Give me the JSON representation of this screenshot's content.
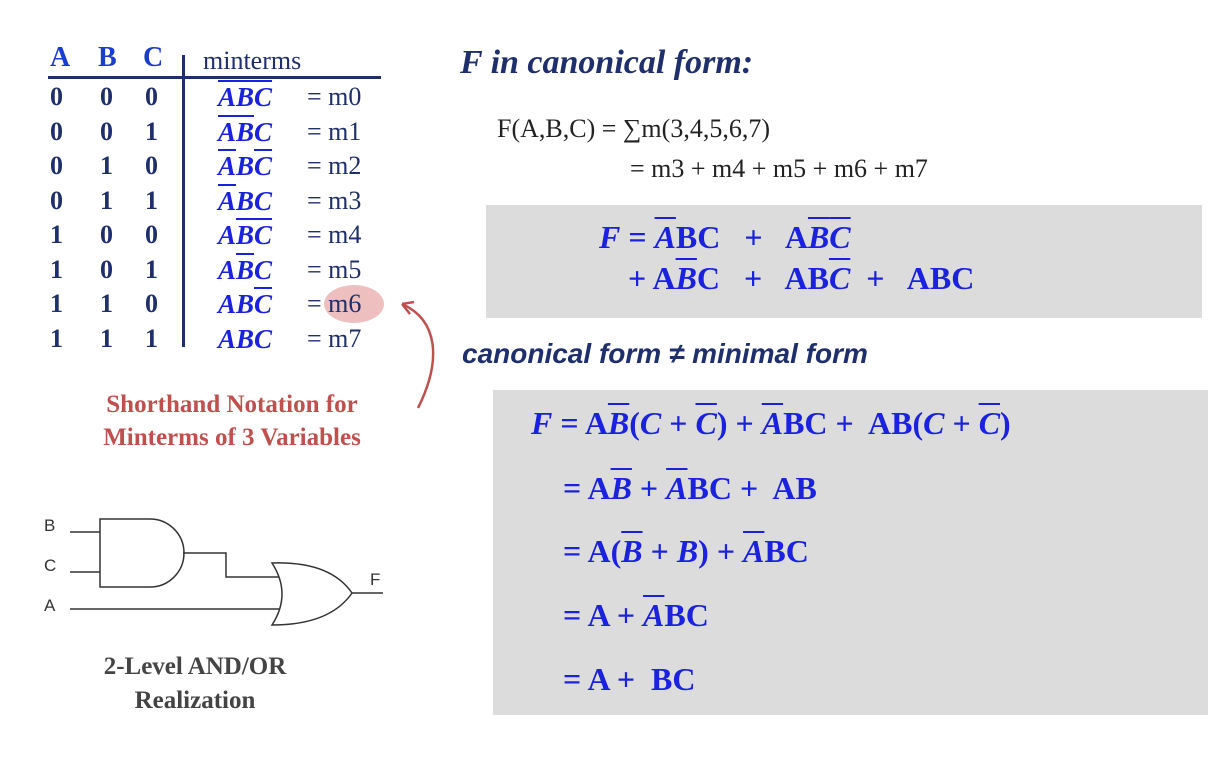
{
  "truth_table": {
    "headers": [
      "A",
      "B",
      "C",
      "minterms"
    ],
    "rows": [
      {
        "a": "0",
        "b": "0",
        "c": "0",
        "expr": [
          {
            "t": "A",
            "bar": true,
            "it": true
          },
          {
            "t": "B",
            "bar": true,
            "it": true
          },
          {
            "t": "C",
            "bar": true,
            "it": true
          }
        ],
        "m": "= m0"
      },
      {
        "a": "0",
        "b": "0",
        "c": "1",
        "expr": [
          {
            "t": "A",
            "bar": true,
            "it": true
          },
          {
            "t": "B",
            "bar": true,
            "it": true
          },
          {
            "t": "C",
            "it": true
          }
        ],
        "m": "= m1"
      },
      {
        "a": "0",
        "b": "1",
        "c": "0",
        "expr": [
          {
            "t": "A",
            "bar": true,
            "it": true
          },
          {
            "t": "B",
            "it": true
          },
          {
            "t": "C",
            "bar": true,
            "it": true
          }
        ],
        "m": "= m2"
      },
      {
        "a": "0",
        "b": "1",
        "c": "1",
        "expr": [
          {
            "t": "A",
            "bar": true,
            "it": true
          },
          {
            "t": "B",
            "it": true
          },
          {
            "t": "C",
            "it": true
          }
        ],
        "m": "= m3"
      },
      {
        "a": "1",
        "b": "0",
        "c": "0",
        "expr": [
          {
            "t": "A",
            "it": true
          },
          {
            "t": "B",
            "bar": true,
            "it": true
          },
          {
            "t": "C",
            "bar": true,
            "it": true
          }
        ],
        "m": "= m4"
      },
      {
        "a": "1",
        "b": "0",
        "c": "1",
        "expr": [
          {
            "t": "A",
            "it": true
          },
          {
            "t": "B",
            "bar": true,
            "it": true
          },
          {
            "t": "C",
            "it": true
          }
        ],
        "m": "= m5"
      },
      {
        "a": "1",
        "b": "1",
        "c": "0",
        "expr": [
          {
            "t": "A",
            "it": true
          },
          {
            "t": "B",
            "it": true
          },
          {
            "t": "C",
            "bar": true,
            "it": true
          }
        ],
        "m": "= m6"
      },
      {
        "a": "1",
        "b": "1",
        "c": "1",
        "expr": [
          {
            "t": "A",
            "it": true
          },
          {
            "t": "B",
            "it": true
          },
          {
            "t": "C",
            "it": true
          }
        ],
        "m": "= m7"
      }
    ],
    "highlighted": "m6"
  },
  "annotation": {
    "line1": "Shorthand Notation for",
    "line2": "Minterms of 3 Variables"
  },
  "circuit": {
    "inputs": [
      "B",
      "C",
      "A"
    ],
    "output": "F",
    "caption1": "2-Level AND/OR",
    "caption2": "Realization"
  },
  "canonical": {
    "title": "F in canonical form:",
    "line1": "F(A,B,C) = ∑m(3,4,5,6,7)",
    "line2": "= m3 + m4 + m5 + m6 + m7",
    "box": [
      [
        {
          "t": "F",
          "it": true
        },
        {
          "t": " = "
        },
        {
          "t": "A",
          "bar": true,
          "it": true
        },
        {
          "t": "BC   +   A"
        },
        {
          "t": "B",
          "bar": true,
          "it": true
        },
        {
          "t": "C",
          "bar": true,
          "it": true
        }
      ],
      [
        {
          "t": "+ A"
        },
        {
          "t": "B",
          "bar": true,
          "it": true
        },
        {
          "t": "C   +   AB"
        },
        {
          "t": "C",
          "bar": true,
          "it": true
        },
        {
          "t": "  +   ABC"
        }
      ]
    ]
  },
  "minimal": {
    "title": "canonical form ≠ minimal form",
    "lines": [
      [
        {
          "t": "F",
          "it": true
        },
        {
          "t": " = A"
        },
        {
          "t": "B",
          "bar": true,
          "it": true
        },
        {
          "t": "("
        },
        {
          "t": "C",
          "it": true
        },
        {
          "t": " + "
        },
        {
          "t": "C",
          "bar": true,
          "it": true
        },
        {
          "t": ") + "
        },
        {
          "t": "A",
          "bar": true,
          "it": true
        },
        {
          "t": "BC +  AB("
        },
        {
          "t": "C",
          "it": true
        },
        {
          "t": " + "
        },
        {
          "t": "C",
          "bar": true,
          "it": true
        },
        {
          "t": ")"
        }
      ],
      [
        {
          "t": "= A"
        },
        {
          "t": "B",
          "bar": true,
          "it": true
        },
        {
          "t": " + "
        },
        {
          "t": "A",
          "bar": true,
          "it": true
        },
        {
          "t": "BC +  AB"
        }
      ],
      [
        {
          "t": "= A("
        },
        {
          "t": "B",
          "bar": true,
          "it": true
        },
        {
          "t": " + "
        },
        {
          "t": "B",
          "it": true
        },
        {
          "t": ") + "
        },
        {
          "t": "A",
          "bar": true,
          "it": true
        },
        {
          "t": "BC"
        }
      ],
      [
        {
          "t": "= A + "
        },
        {
          "t": "A",
          "bar": true,
          "it": true
        },
        {
          "t": "BC"
        }
      ],
      [
        {
          "t": "= A +  BC"
        }
      ]
    ]
  },
  "colors": {
    "navy": "#1f2f6b",
    "blue": "#1a22e0",
    "red": "#c0504d",
    "box": "#dcdcdc"
  }
}
